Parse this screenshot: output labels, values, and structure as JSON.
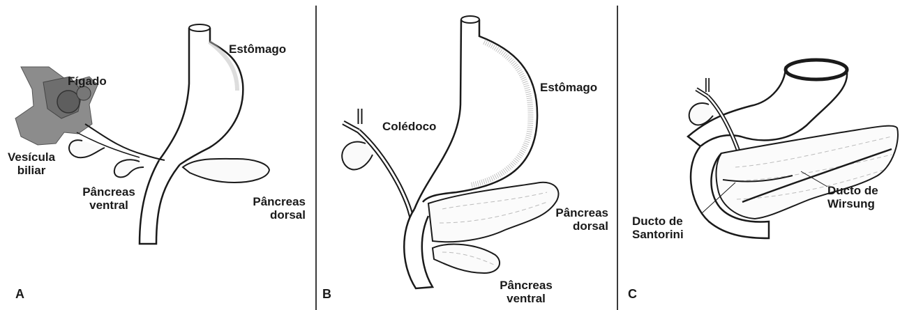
{
  "panels": {
    "a": {
      "letter": "A",
      "labels": {
        "liver": "Fígado",
        "stomach": "Estômago",
        "gallbladder_l1": "Vesícula",
        "gallbladder_l2": "biliar",
        "ventral_l1": "Pâncreas",
        "ventral_l2": "ventral",
        "dorsal_l1": "Pâncreas",
        "dorsal_l2": "dorsal"
      }
    },
    "b": {
      "letter": "B",
      "labels": {
        "stomach": "Estômago",
        "bile_duct": "Colédoco",
        "dorsal_l1": "Pâncreas",
        "dorsal_l2": "dorsal",
        "ventral_l1": "Pâncreas",
        "ventral_l2": "ventral"
      }
    },
    "c": {
      "letter": "C",
      "labels": {
        "wirsung_l1": "Ducto de",
        "wirsung_l2": "Wirsung",
        "santorini_l1": "Ducto de",
        "santorini_l2": "Santorini"
      }
    }
  },
  "colors": {
    "ink": "#1a1a1a",
    "liver_fill": "#8c8c8c",
    "liver_dark": "#5e5e5e",
    "divider": "#3a3a3a"
  }
}
